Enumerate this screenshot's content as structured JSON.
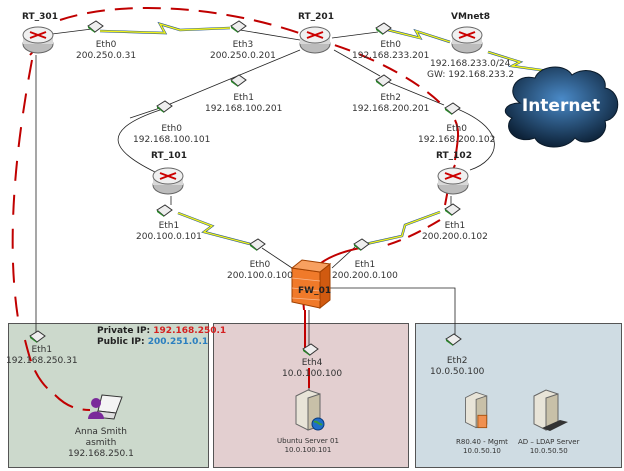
{
  "routers": {
    "rt301": {
      "name": "RT_301"
    },
    "rt201": {
      "name": "RT_201"
    },
    "vmnet8": {
      "name": "VMnet8",
      "subnet": "192.168.233.0/24",
      "gateway": "GW: 192.168.233.2"
    },
    "rt101": {
      "name": "RT_101"
    },
    "rt102": {
      "name": "RT_102"
    }
  },
  "firewall": {
    "name": "FW_01"
  },
  "cloud": {
    "label": "Internet"
  },
  "interfaces": {
    "rt301_eth0": {
      "name": "Eth0",
      "ip": "200.250.0.31"
    },
    "rt201_eth3": {
      "name": "Eth3",
      "ip": "200.250.0.201"
    },
    "rt201_eth0": {
      "name": "Eth0",
      "ip": "192.168.233.201"
    },
    "rt201_eth1": {
      "name": "Eth1",
      "ip": "192.168.100.201"
    },
    "rt201_eth2": {
      "name": "Eth2",
      "ip": "192.168.200.201"
    },
    "rt101_eth0": {
      "name": "Eth0",
      "ip": "192.168.100.101"
    },
    "rt102_eth0": {
      "name": "Eth0",
      "ip": "192.168.200.102"
    },
    "rt101_eth1": {
      "name": "Eth1",
      "ip": "200.100.0.101"
    },
    "rt102_eth1": {
      "name": "Eth1",
      "ip": "200.200.0.102"
    },
    "fw_eth0": {
      "name": "Eth0",
      "ip": "200.100.0.100"
    },
    "fw_eth1": {
      "name": "Eth1",
      "ip": "200.200.0.100"
    },
    "rt301_eth1": {
      "name": "Eth1",
      "ip": "192.168.250.31"
    },
    "fw_eth4": {
      "name": "Eth4",
      "ip": "10.0.100.100"
    },
    "fw_eth2": {
      "name": "Eth2",
      "ip": "10.0.50.100"
    }
  },
  "panels": {
    "left": {
      "color": "#ccd9cc",
      "private_label": "Private IP: ",
      "private_ip": "192.168.250.1",
      "private_color": "#d42020",
      "public_label": "Public IP: ",
      "public_ip": "200.251.0.1",
      "public_color": "#2a7fc0",
      "user": {
        "name": "Anna Smith",
        "login": "asmith",
        "ip": "192.168.250.1"
      }
    },
    "middle": {
      "color": "#e3cfd0",
      "server": {
        "name": "Ubuntu Server 01",
        "ip": "10.0.100.101"
      }
    },
    "right": {
      "color": "#cfdce3",
      "servers": [
        {
          "name": "R80.40 - Mgmt",
          "ip": "10.0.50.10"
        },
        {
          "name": "AD – LDAP Server",
          "ip": "10.0.50.50"
        }
      ]
    }
  },
  "colors": {
    "path": "#c00000",
    "serial_fill": "#f2f21a",
    "serial_edge": "#2b5a8a"
  }
}
